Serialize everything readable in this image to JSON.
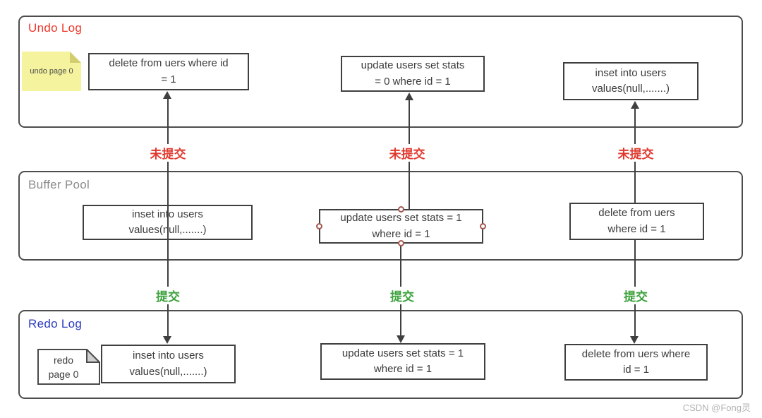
{
  "sections": {
    "undo_log": {
      "title": "Undo Log",
      "note": "undo page 0",
      "boxes": [
        [
          "delete from uers where id",
          "= 1"
        ],
        [
          "update users set stats",
          "= 0 where id = 1"
        ],
        [
          "inset into users",
          "values(null,.......)"
        ]
      ]
    },
    "buffer_pool": {
      "title": "Buffer Pool",
      "boxes": [
        [
          "inset into users",
          "values(null,.......)"
        ],
        [
          "update users set stats = 1",
          "where id = 1"
        ],
        [
          "delete from uers",
          "where id = 1"
        ]
      ]
    },
    "redo_log": {
      "title": "Redo Log",
      "doc_label": [
        "redo",
        "page 0"
      ],
      "boxes": [
        [
          "inset into users",
          "values(null,.......)"
        ],
        [
          "update users set stats = 1",
          "where id = 1"
        ],
        [
          "delete from uers where",
          "id = 1"
        ]
      ]
    }
  },
  "flow_labels": {
    "uncommitted": "未提交",
    "committed": "提交"
  },
  "watermark": "CSDN @Fong灵",
  "colors": {
    "undo_title": "#f0382b",
    "buffer_title": "#8c8c8c",
    "redo_title": "#2b3ac1",
    "uncommitted_label": "#e0392e",
    "committed_label": "#3da23d"
  }
}
